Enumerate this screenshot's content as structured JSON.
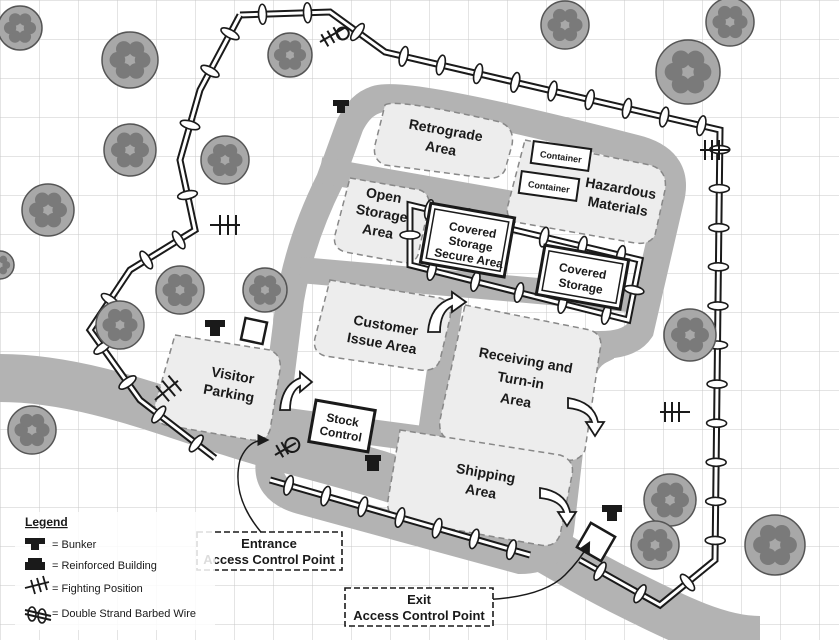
{
  "areas": {
    "retrograde": [
      "Retrograde",
      "Area"
    ],
    "hazardous": [
      "Hazardous",
      "Materials"
    ],
    "open_storage": [
      "Open",
      "Storage",
      "Area"
    ],
    "covered_secure": [
      "Covered",
      "Storage",
      "Secure Area"
    ],
    "covered_storage": [
      "Covered",
      "Storage"
    ],
    "customer_issue": [
      "Customer",
      "Issue Area"
    ],
    "receiving": [
      "Receiving and",
      "Turn-in",
      "Area"
    ],
    "visitor_parking": [
      "Visitor",
      "Parking"
    ],
    "stock_control": [
      "Stock",
      "Control"
    ],
    "shipping": [
      "Shipping",
      "Area"
    ]
  },
  "containers": [
    "Container",
    "Container"
  ],
  "access_points": {
    "entrance": [
      "Entrance",
      "Access Control Point"
    ],
    "exit": [
      "Exit",
      "Access Control Point"
    ]
  },
  "legend": {
    "title": "Legend",
    "items": [
      {
        "icon": "bunker-icon",
        "label": "= Bunker"
      },
      {
        "icon": "reinforced-building-icon",
        "label": "= Reinforced Building"
      },
      {
        "icon": "fighting-position-icon",
        "label": "= Fighting Position"
      },
      {
        "icon": "barbed-wire-icon",
        "label": "= Double Strand Barbed Wire"
      }
    ]
  },
  "colors": {
    "grid": "#c9c9c9",
    "road": "#b3b3b3",
    "area_fill": "#ededed",
    "ink": "#1a1a1a",
    "tree": "#8c8c8c"
  }
}
